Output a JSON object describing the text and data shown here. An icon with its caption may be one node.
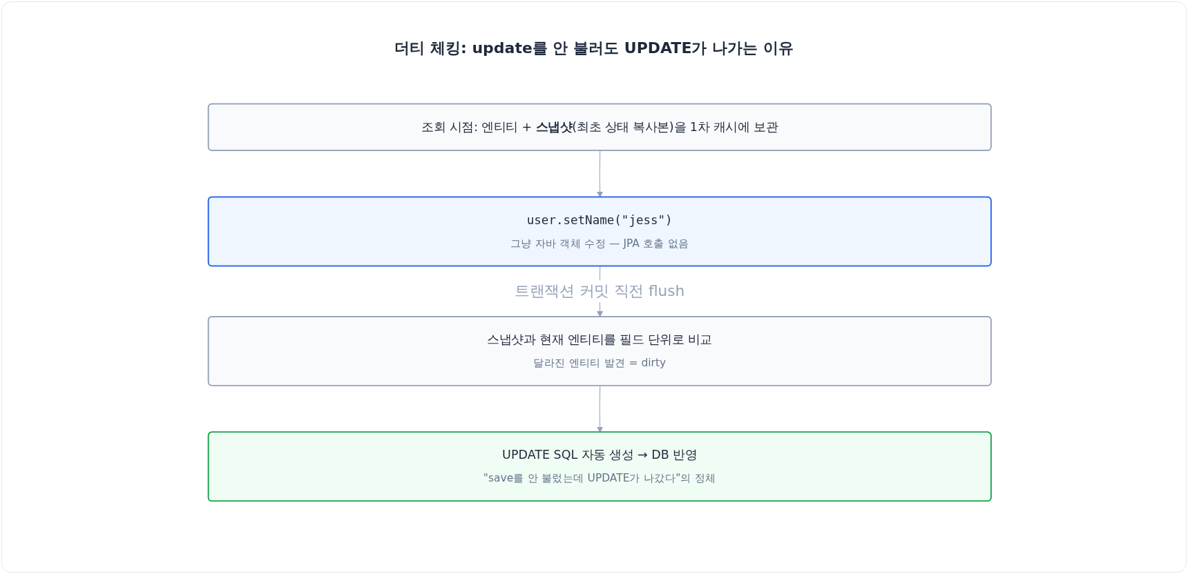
{
  "diagram": {
    "title": "더티 체킹: update를 안 불러도 UPDATE가 나가는 이유",
    "nodes": [
      {
        "text": [
          "조회 시점: 엔티티 + **스냅샷**(최초 상태 복사본)을 1차 캐시에 보관"
        ]
      },
      {
        "text": [
          "user.setName(\"jess\")",
          "그냥 자바 객체 수정 — JPA 호출 없음"
        ]
      },
      {
        "text": [
          "스냅샷과 현재 엔티티를 필드 단위로 비교",
          "달라진 엔티티 발견 = dirty"
        ]
      },
      {
        "text": [
          "UPDATE SQL 자동 생성 → DB 반영",
          "\"save를 안 불렀는데 UPDATE가 나갔다\"의 정체"
        ]
      }
    ],
    "edges": [
      {
        "from": 0,
        "to": 1,
        "arrow": "to"
      },
      {
        "from": 1,
        "to": 2,
        "arrow": "to",
        "label": "트랜잭션 커밋 직전 flush"
      },
      {
        "from": 2,
        "to": 3,
        "arrow": "to"
      }
    ]
  }
}
